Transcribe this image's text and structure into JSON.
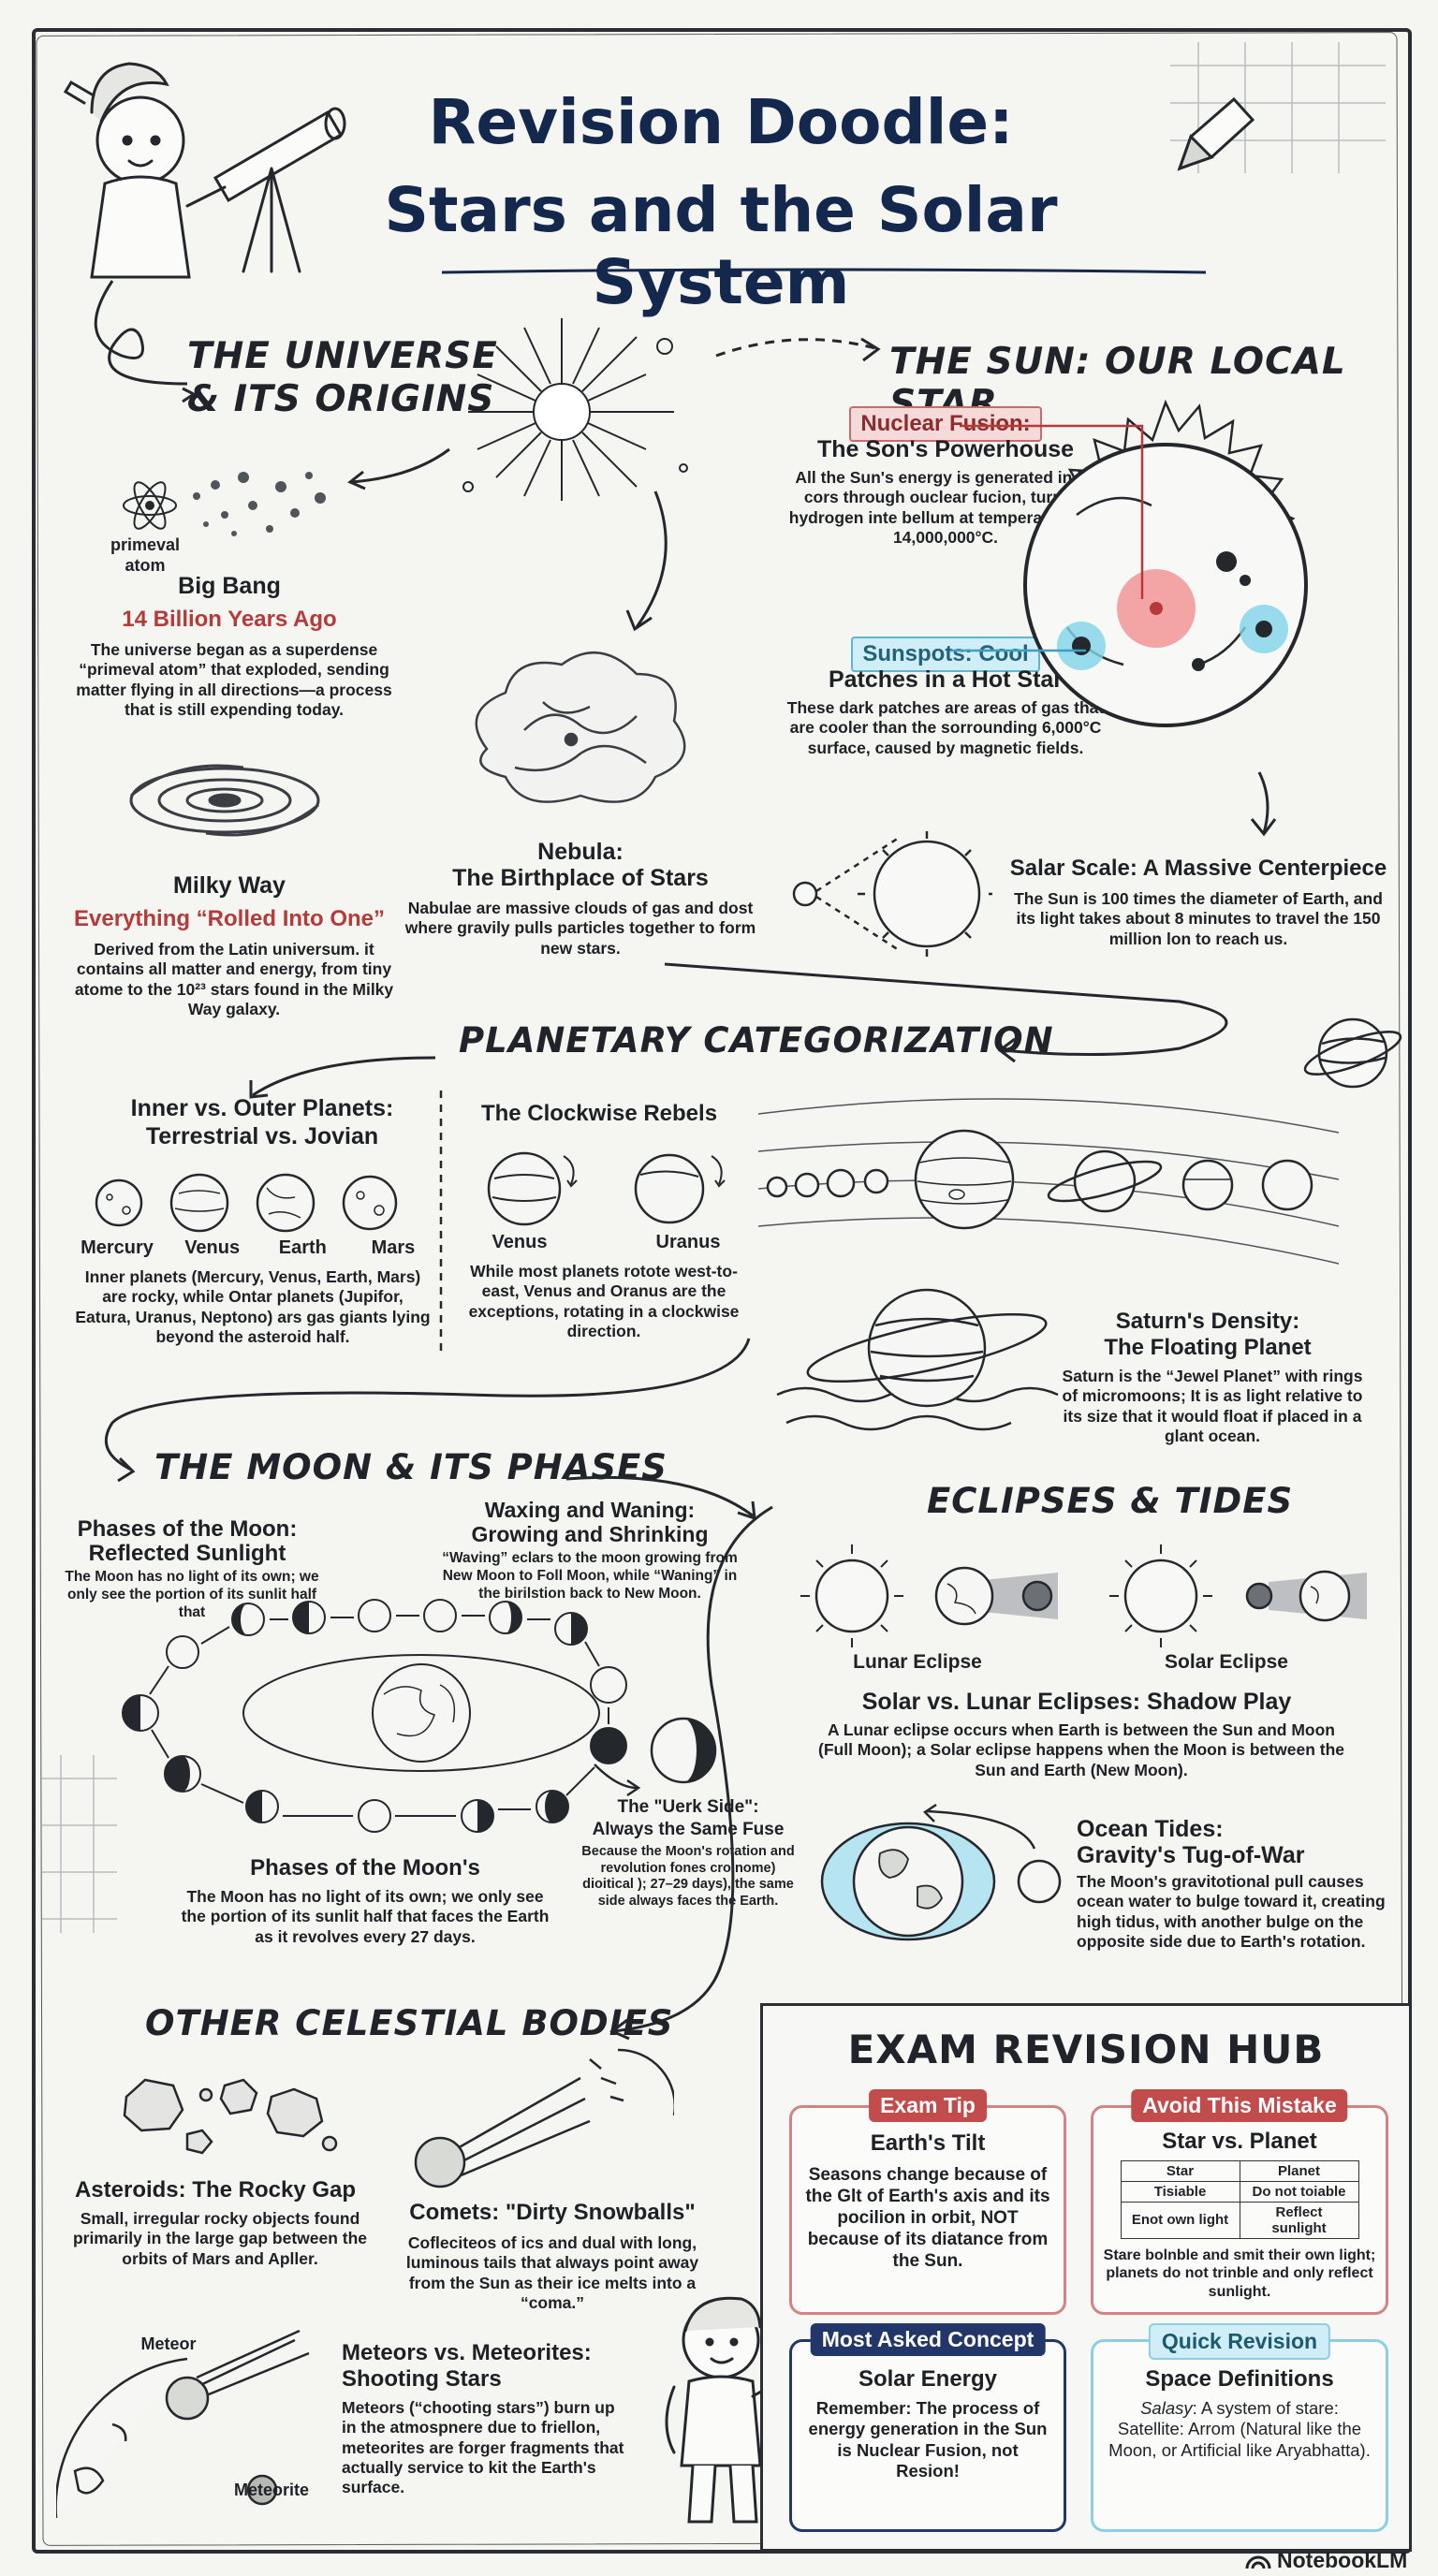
{
  "header": {
    "title_line1": "Revision Doodle:",
    "title_line2": "Stars and the Solar System"
  },
  "universe": {
    "heading_line1": "THE UNIVERSE",
    "heading_line2": "& ITS ORIGINS",
    "primeval_line1": "primeval",
    "primeval_line2": "atom",
    "bigbang_title": "Big Bang",
    "bigbang_sub": "14 Billion Years Ago",
    "bigbang_text": "The universe began as a superdense “primeval atom” that exploded, sending matter flying in all directions—a process that is still expending today.",
    "milkyway_title": "Milky Way",
    "milkyway_sub": "Everything “Rolled Into One”",
    "milkyway_text": "Derived from the Latin universum. it contains all matter and energy, from tiny atome to the 10²³ stars found in the Milky Way galaxy.",
    "nebula_title_line1": "Nebula:",
    "nebula_title_line2": "The Birthplace of Stars",
    "nebula_text": "Nabulae are massive clouds of gas and dost where gravily pulls particles together to form new stars."
  },
  "sun": {
    "heading": "THE SUN: OUR LOCAL STAR",
    "fusion_tag": "Nuclear Fusion:",
    "fusion_title": "The Son's Powerhouse",
    "fusion_text": "All the Sun's energy is generated in its cors through ouclear fucion, turning hydrogen inte bellum at temperatures of 14,000,000°C.",
    "sunspots_tag": "Sunspots: Cool",
    "sunspots_title": "Patches in a Hot Star",
    "sunspots_text": "These dark patches are areas of gas that are cooler than the sorrounding 6,000°C surface, caused by magnetic fields.",
    "scale_title": "Salar Scale: A Massive Centerpiece",
    "scale_text": "The Sun is 100 times the diameter of Earth, and its light takes about 8 minutes to travel the 150 million lon to reach us."
  },
  "planets": {
    "heading": "PLANETARY CATEGORIZATION",
    "inner_title_line1": "Inner vs. Outer Planets:",
    "inner_title_line2": "Terrestrial vs. Jovian",
    "labels": [
      "Mercury",
      "Venus",
      "Earth",
      "Mars"
    ],
    "inner_text": "Inner planets (Mercury, Venus, Earth, Mars) are rocky, while Ontar planets (Jupifor, Eatura, Uranus, Neptono) ars gas giants lying beyond the asteroid half.",
    "rebels_title": "The Clockwise Rebels",
    "rebels_labels": [
      "Venus",
      "Uranus"
    ],
    "rebels_text": "While most planets rotote west-to-east, Venus and Oranus are the exceptions, rotating in a clockwise direction.",
    "saturn_title_line1": "Saturn's Density:",
    "saturn_title_line2": "The Floating Planet",
    "saturn_text": "Saturn is the “Jewel Planet” with rings of micromoons; It is as light relative to its size that it would float if placed in a glant ocean."
  },
  "moon": {
    "heading": "THE MOON & ITS PHASES",
    "phases_title_line1": "Phases of the Moon:",
    "phases_title_line2": "Reflected Sunlight",
    "phases_text": "The Moon has no light of its own; we only see the portion of its sunlit half that",
    "waxing_title_line1": "Waxing and Waning:",
    "waxing_title_line2": "Growing and Shrinking",
    "waxing_text": "“Waving” eclars to the moon growing from New Moon to Foll Moon, while “Waning” in the birilstion back to New Moon.",
    "bottom_title": "Phases of the Moon's",
    "bottom_text": "The Moon has no light of its own; we only see the portion of its sunlit half that faces the Earth as it revolves every 27 days.",
    "dark_title_line1": "The \"Uerk Side\":",
    "dark_title_line2": "Always the Same Fuse",
    "dark_text": "Because the Moon's rotation and revolution fones cro nome) dioitical ); 27–29 days), the same side always faces the Earth."
  },
  "eclipses": {
    "heading": "ECLIPSES & TIDES",
    "lunar_label": "Lunar Eclipse",
    "solar_label": "Solar Eclipse",
    "shadow_title": "Solar vs. Lunar Eclipses: Shadow Play",
    "shadow_text": "A Lunar eclipse occurs when Earth is between the Sun and Moon (Full Moon); a Solar eclipse happens when the Moon is between the Sun and Earth (New Moon).",
    "tides_title_line1": "Ocean Tides:",
    "tides_title_line2": "Gravity's Tug-of-War",
    "tides_text": "The Moon's gravitotional pull causes ocean water to bulge toward it, creating high tidus, with another bulge on the opposite side due to Earth's rotation."
  },
  "bodies": {
    "heading": "OTHER CELESTIAL BODIES",
    "asteroids_title": "Asteroids: The Rocky Gap",
    "asteroids_text": "Small, irregular rocky objects found primarily in the large gap between the orbits of Mars and Apller.",
    "comets_title": "Comets: \"Dirty Snowballs\"",
    "comets_text": "Cofleciteos of ics and dual with long, luminous tails that always point away from the Sun as their ice melts into a “coma.”",
    "meteor_label": "Meteor",
    "meteorite_label": "Meteorite",
    "meteors_title_line1": "Meteors vs. Meteorites:",
    "meteors_title_line2": "Shooting Stars",
    "meteors_text": "Meteors (“chooting stars”) burn up in the atmospnere due to friellon, meteorites are forger fragments that actually service to kit the Earth's surface."
  },
  "hub": {
    "heading": "EXAM REVISION HUB",
    "tip_label": "Exam Tip",
    "tip_title": "Earth's Tilt",
    "tip_text": "Seasons change because of the Glt of Earth's axis and its pocilion in orbit, NOT because of its diatance from the Sun.",
    "mistake_label": "Avoid This Mistake",
    "mistake_title": "Star vs. Planet",
    "mistake_table": [
      [
        "Star",
        "Planet"
      ],
      [
        "Tisiable",
        "Do not toiable"
      ],
      [
        "Enot own light",
        "Reflect sunlight"
      ]
    ],
    "mistake_text": "Stare bolnble and smit their own light; planets do not trinble and only reflect sunlight.",
    "concept_label": "Most Asked Concept",
    "concept_title": "Solar Energy",
    "concept_text": "Remember: The process of energy generation in the Sun is Nuclear Fusion, not Resion!",
    "quick_label": "Quick Revision",
    "quick_title": "Space Definitions",
    "quick_term": "Salasy",
    "quick_text": ": A system of stare: Satellite: Arrom (Natural like the Moon, or Artificial like Aryabhatta)."
  },
  "footer": {
    "brand": "NotebookLM"
  },
  "colors": {
    "title": "#14284e",
    "red": "#b53a3a",
    "blue": "#3e9fc0",
    "navy": "#23366a",
    "hot": "#f28a8a",
    "cool": "#7fd3ea"
  }
}
